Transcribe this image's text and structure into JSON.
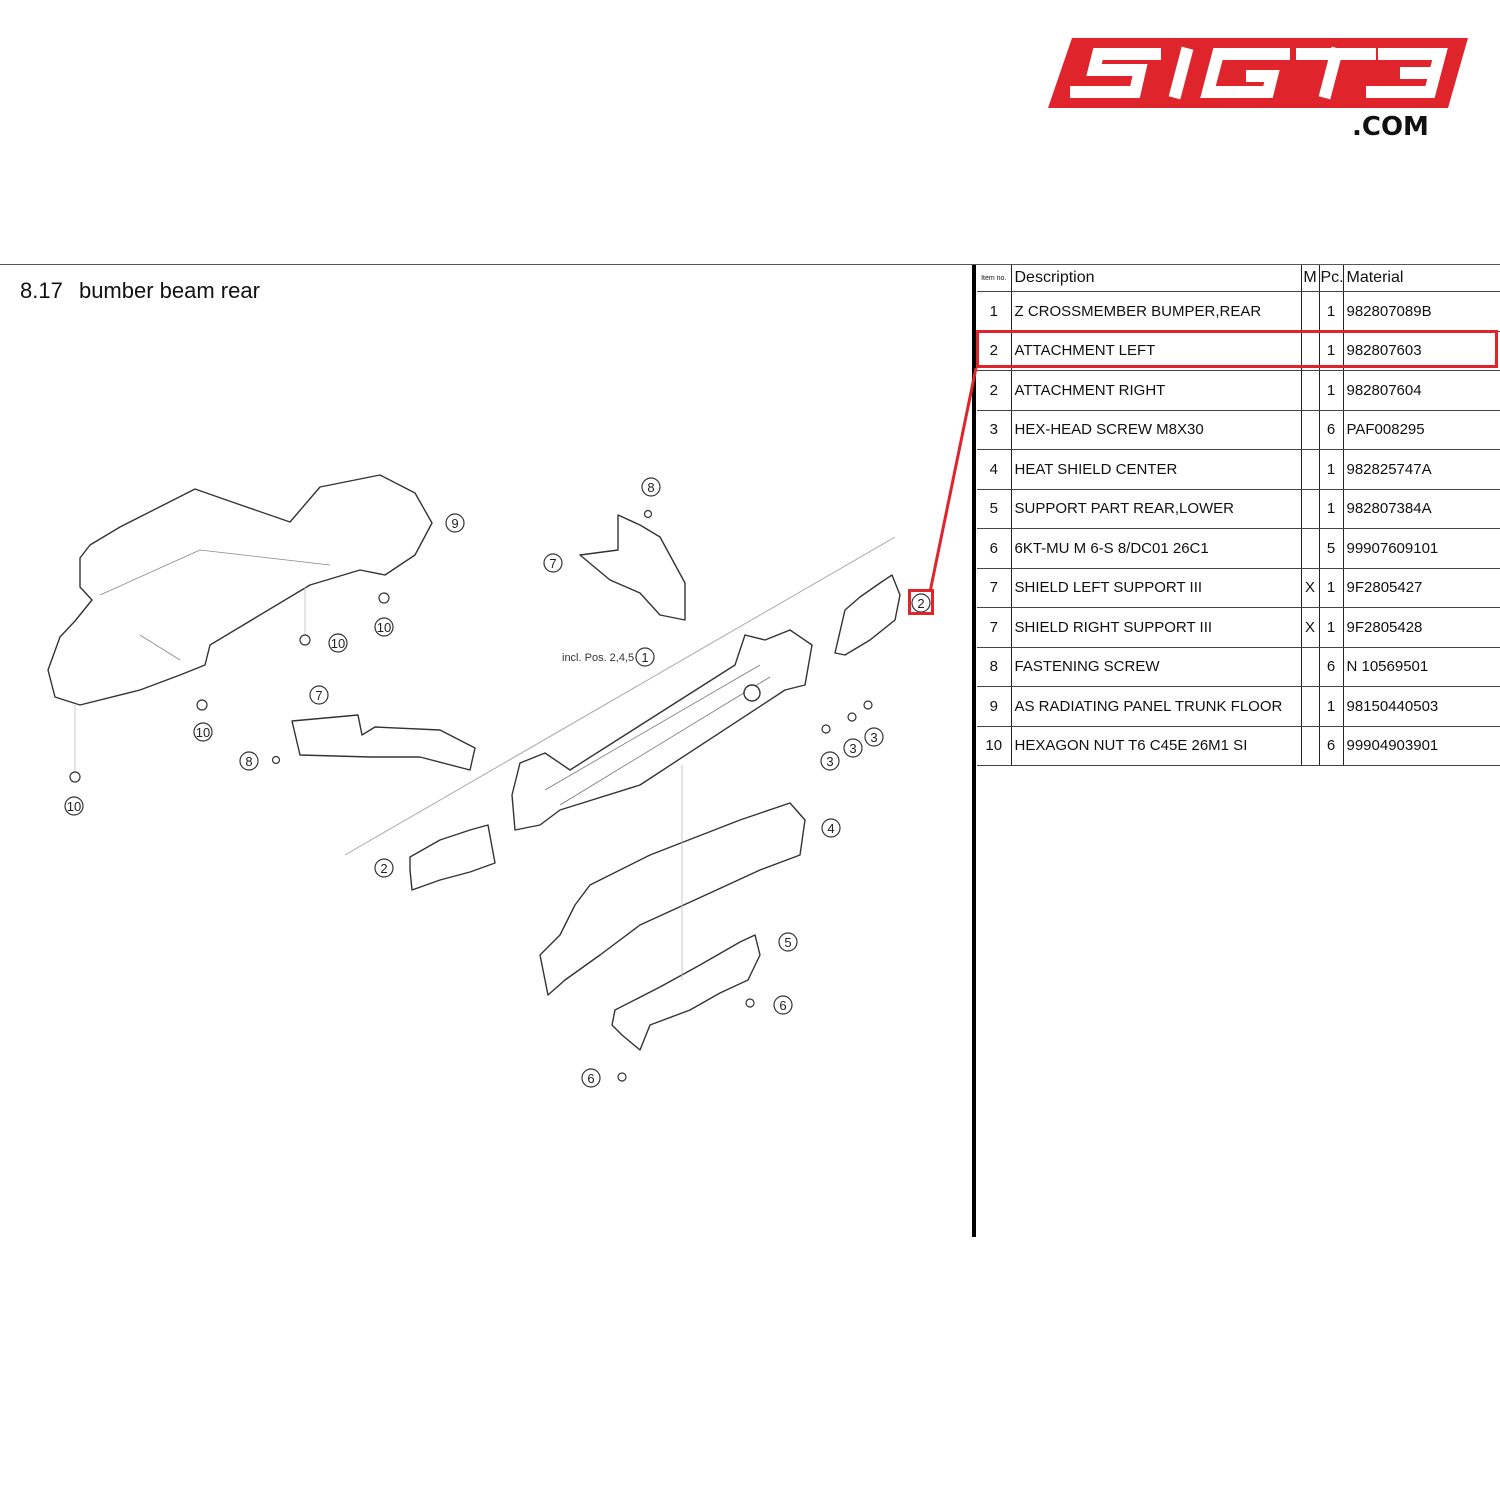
{
  "brand": {
    "logo_text": "SIGT3",
    "domain_suffix": ".COM",
    "logo_color": "#e0242b"
  },
  "page": {
    "section_number": "8.17",
    "section_title": "bumber beam rear"
  },
  "diagram": {
    "note": "incl. Pos. 2,4,5",
    "callouts": [
      "1",
      "2",
      "2",
      "3",
      "3",
      "3",
      "4",
      "5",
      "6",
      "6",
      "7",
      "7",
      "8",
      "8",
      "9",
      "10",
      "10",
      "10",
      "10"
    ]
  },
  "table": {
    "headers": {
      "item": "Item no.",
      "description": "Description",
      "m": "M",
      "pc": "Pc.",
      "material": "Material"
    },
    "rows": [
      {
        "item": "1",
        "description": "Z CROSSMEMBER BUMPER,REAR",
        "m": "",
        "pc": "1",
        "material": "982807089B"
      },
      {
        "item": "2",
        "description": "ATTACHMENT LEFT",
        "m": "",
        "pc": "1",
        "material": "982807603"
      },
      {
        "item": "2",
        "description": "ATTACHMENT RIGHT",
        "m": "",
        "pc": "1",
        "material": "982807604"
      },
      {
        "item": "3",
        "description": "HEX-HEAD SCREW M8X30",
        "m": "",
        "pc": "6",
        "material": "PAF008295"
      },
      {
        "item": "4",
        "description": "HEAT SHIELD CENTER",
        "m": "",
        "pc": "1",
        "material": "982825747A"
      },
      {
        "item": "5",
        "description": "SUPPORT PART REAR,LOWER",
        "m": "",
        "pc": "1",
        "material": "982807384A"
      },
      {
        "item": "6",
        "description": "6KT-MU M 6-S 8/DC01 26C1",
        "m": "",
        "pc": "5",
        "material": "99907609101"
      },
      {
        "item": "7",
        "description": "SHIELD LEFT SUPPORT III",
        "m": "X",
        "pc": "1",
        "material": "9F2805427"
      },
      {
        "item": "7",
        "description": "SHIELD RIGHT SUPPORT III",
        "m": "X",
        "pc": "1",
        "material": "9F2805428"
      },
      {
        "item": "8",
        "description": "FASTENING SCREW",
        "m": "",
        "pc": "6",
        "material": "N 10569501"
      },
      {
        "item": "9",
        "description": "AS RADIATING PANEL TRUNK FLOOR",
        "m": "",
        "pc": "1",
        "material": "98150440503"
      },
      {
        "item": "10",
        "description": "HEXAGON NUT T6 C45E 26M1 SI",
        "m": "",
        "pc": "6",
        "material": "99904903901"
      }
    ]
  },
  "highlight_color": "#e0242b"
}
